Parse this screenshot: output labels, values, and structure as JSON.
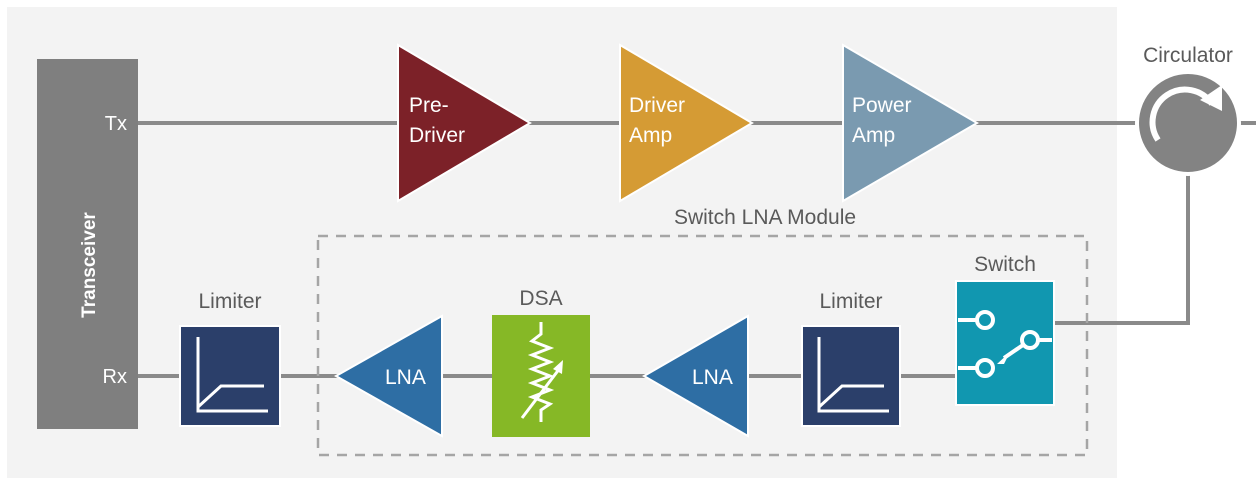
{
  "transceiver": {
    "label": "Transceiver",
    "tx": "Tx",
    "rx": "Rx"
  },
  "tx_chain": {
    "pre_driver": {
      "line1": "Pre-",
      "line2": "Driver"
    },
    "driver_amp": {
      "line1": "Driver",
      "line2": "Amp"
    },
    "power_amp": {
      "line1": "Power",
      "line2": "Amp"
    }
  },
  "circulator": {
    "label": "Circulator"
  },
  "module": {
    "label": "Switch LNA Module"
  },
  "rx_chain": {
    "switch": "Switch",
    "limiter_module": "Limiter",
    "lna_right": "LNA",
    "dsa": "DSA",
    "lna_left": "LNA",
    "limiter_outer": "Limiter"
  },
  "colors": {
    "background_panel": "#f3f3f3",
    "transceiver": "#7f7f7f",
    "pre_driver": "#7c2128",
    "driver_amp": "#d59b34",
    "power_amp": "#7a9ab0",
    "circulator": "#838383",
    "lna": "#2e6ea4",
    "dsa": "#86b826",
    "limiter": "#2b3f6a",
    "switch": "#1197b0",
    "line": "#8a8a8a",
    "text": "#5a5a5a"
  }
}
